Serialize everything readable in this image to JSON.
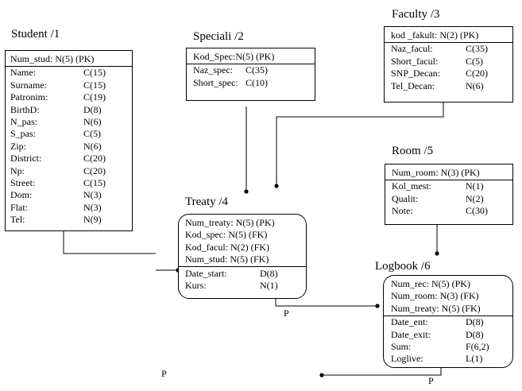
{
  "entities": {
    "student": {
      "title": "Student /1",
      "key_fields": [
        {
          "name": "Num_stud: N(5) (PK)",
          "type": ""
        }
      ],
      "fields": [
        {
          "name": "Name:",
          "type": "C(15)"
        },
        {
          "name": "Surname:",
          "type": "C(15)"
        },
        {
          "name": "Patronim:",
          "type": "C(19)"
        },
        {
          "name": "BirthD:",
          "type": "D(8)"
        },
        {
          "name": "N_pas:",
          "type": "N(6)"
        },
        {
          "name": "S_pas:",
          "type": "C(5)"
        },
        {
          "name": "Zip:",
          "type": "N(6)"
        },
        {
          "name": "District:",
          "type": "C(20)"
        },
        {
          "name": "Np:",
          "type": "C(20)"
        },
        {
          "name": "Street:",
          "type": "C(15)"
        },
        {
          "name": "Dom:",
          "type": "N(3)"
        },
        {
          "name": "Flat:",
          "type": "N(3)"
        },
        {
          "name": "Tel:",
          "type": "N(9)"
        }
      ]
    },
    "speciali": {
      "title": "Speciali /2",
      "key_fields": [
        {
          "name": "Kod_Spec:N(5) (PK)",
          "type": ""
        }
      ],
      "fields": [
        {
          "name": "Naz_spec:",
          "type": "C(35)"
        },
        {
          "name": "Short_spec:",
          "type": "C(10)"
        }
      ]
    },
    "faculty": {
      "title": "Faculty /3",
      "key_fields": [
        {
          "name": "kod _fakult: N(2) (PK)",
          "type": ""
        }
      ],
      "fields": [
        {
          "name": "Naz_facul:",
          "type": "C(35)"
        },
        {
          "name": "Short_facul:",
          "type": "C(5)"
        },
        {
          "name": "SNP_Decan:",
          "type": "C(20)"
        },
        {
          "name": "Tel_Decan:",
          "type": "N(6)"
        }
      ]
    },
    "treaty": {
      "title": "Treaty /4",
      "key_fields": [
        {
          "name": "Num_treaty: N(5) (PK)",
          "type": ""
        },
        {
          "name": "Kod_spec: N(5) (FK)",
          "type": ""
        },
        {
          "name": "Kod_facul: N(2) (FK)",
          "type": ""
        },
        {
          "name": "Num_stud: N(5) (FK)",
          "type": ""
        }
      ],
      "fields": [
        {
          "name": "Date_start:",
          "type": "D(8)"
        },
        {
          "name": "Kurs:",
          "type": "N(1)"
        }
      ]
    },
    "room": {
      "title": "Room /5",
      "key_fields": [
        {
          "name": "Num_room: N(3) (PK)",
          "type": ""
        }
      ],
      "fields": [
        {
          "name": "Kol_mest:",
          "type": "N(1)"
        },
        {
          "name": "Qualit:",
          "type": "N(2)"
        },
        {
          "name": "Note:",
          "type": "C(30)"
        }
      ]
    },
    "logbook": {
      "title": "Logbook /6",
      "key_fields": [
        {
          "name": "Num_rec: N(5) (PK)",
          "type": ""
        },
        {
          "name": "Num_room: N(3) (FK)",
          "type": ""
        },
        {
          "name": "Num_treaty: N(5) (FK)",
          "type": ""
        }
      ],
      "fields": [
        {
          "name": "Date_ent:",
          "type": "D(8)"
        },
        {
          "name": "Date_exit:",
          "type": "D(8)"
        },
        {
          "name": "Sum:",
          "type": "F(6,2)"
        },
        {
          "name": "Loglive:",
          "type": "L(1)"
        }
      ]
    }
  },
  "labels": {
    "p1": "P",
    "p2": "P",
    "p3": "P"
  }
}
